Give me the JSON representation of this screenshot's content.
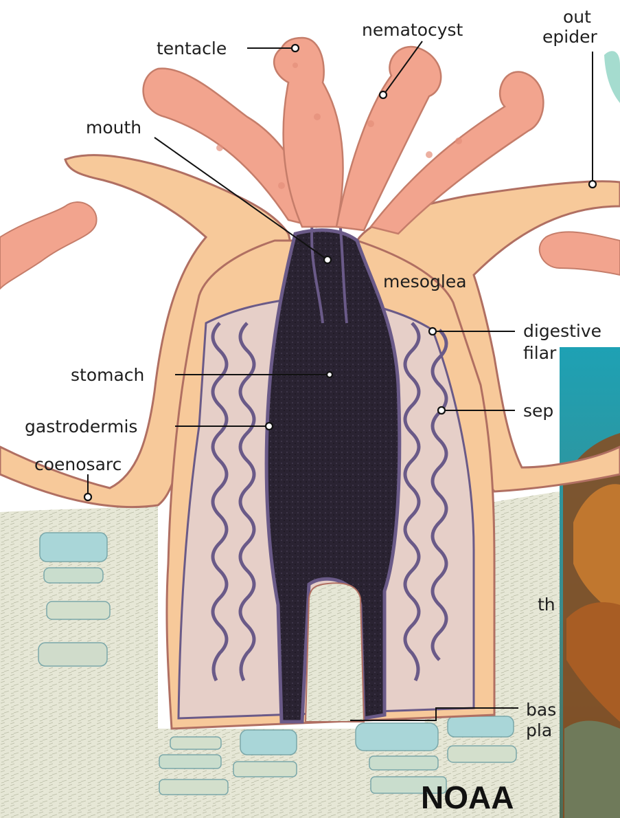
{
  "labels": {
    "tentacle": "tentacle",
    "nematocyst": "nematocyst",
    "outer_line1": "out",
    "outer_line2": "epider",
    "mouth": "mouth",
    "mesoglea": "mesoglea",
    "digestive_line1": "digestive",
    "digestive_line2": "filar",
    "stomach": "stomach",
    "gastrodermis": "gastrodermis",
    "septa": "sep",
    "coenosarc": "coenosarc",
    "theca": "th",
    "basal_line1": "bas",
    "basal_line2": "pla"
  },
  "credit": "NOAA",
  "colors": {
    "tentacle": "#f2a48e",
    "body": "#f7c99a",
    "membrane": "#b06f62",
    "gut_dark": "#2c2433",
    "gut_wall": "#6a5a88",
    "septum_fill": "#e4c9c1",
    "skeleton": "#e2e3d2",
    "plate": "#a9d6d8",
    "water": "#2c8fa3",
    "coral": "#b56a2c"
  },
  "icons": [
    "coral-polyp-illustration",
    "coral-reef-photo"
  ]
}
